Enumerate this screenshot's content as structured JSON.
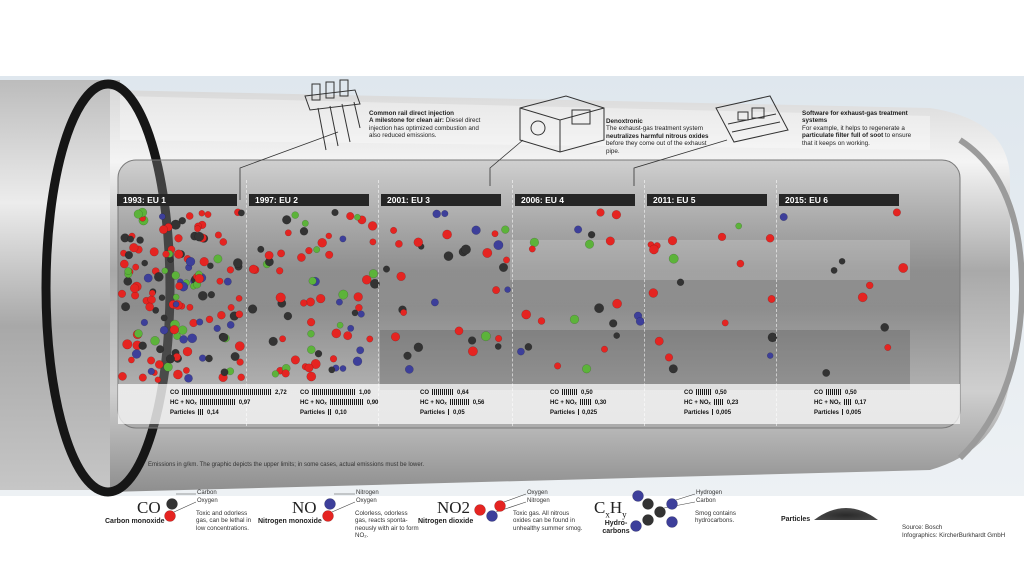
{
  "callouts": [
    {
      "title": "Common rail direct injection",
      "body_bold": "A milestone for clean air:",
      "body": "Diesel direct injection has optimized combustion and also reduced emissions."
    },
    {
      "title": "Denoxtronic",
      "body_a": "The exhaust-gas treatment system",
      "body_bold": "neutralizes harmful nitrous oxides",
      "body_b": "before they come out of the exhaust pipe."
    },
    {
      "title": "Software for exhaust-gas treatment systems",
      "body_a": "For example, it helps to regenerate a",
      "body_bold": "particulate filter full of soot",
      "body_b": "to ensure that it keeps on working."
    }
  ],
  "eras": [
    {
      "label": "1993: EU 1",
      "co": "2,72",
      "hc_nox": "0,97",
      "particles": "0,14"
    },
    {
      "label": "1997: EU 2",
      "co": "1,00",
      "hc_nox": "0,90",
      "particles": "0,10"
    },
    {
      "label": "2001: EU 3",
      "co": "0,64",
      "hc_nox": "0,56",
      "particles": "0,05"
    },
    {
      "label": "2006: EU 4",
      "co": "0,50",
      "hc_nox": "0,30",
      "particles": "0,025"
    },
    {
      "label": "2011: EU 5",
      "co": "0,50",
      "hc_nox": "0,23",
      "particles": "0,005"
    },
    {
      "label": "2015: EU 6",
      "co": "0,50",
      "hc_nox": "0,17",
      "particles": "0,005"
    }
  ],
  "row_labels": {
    "co": "CO",
    "hc_nox": "HC + NOₓ",
    "particles": "Particles"
  },
  "footnote": "Emissions in g/km. The graphic depicts the upper limits; in some cases, actual emissions must be lower.",
  "legend": {
    "co": {
      "formula": "CO",
      "name": "Carbon monoxide",
      "atoms": [
        "Carbon",
        "Oxygen"
      ],
      "desc": "Toxic and odorless gas, can be lethal in low concentrations."
    },
    "no": {
      "formula": "NO",
      "name": "Nitrogen monoxide",
      "atoms": [
        "Nitrogen",
        "Oxygen"
      ],
      "desc": "Colorless, odorless gas, reacts sponta-neously with air to form NO₂."
    },
    "no2": {
      "formula": "NO2",
      "name": "Nitrogen dioxide",
      "atoms": [
        "Oxygen",
        "Nitrogen"
      ],
      "desc": "Toxic gas. All nitrous oxides can be found in unhealthy summer smog."
    },
    "cxhy": {
      "formula_c": "C",
      "formula_x": "x",
      "formula_h": "H",
      "formula_y": "y",
      "name": "Hydro-carbons",
      "atoms": [
        "Hydrogen",
        "Carbon"
      ],
      "desc": "Smog contains hydrocarbons."
    },
    "particles": {
      "name": "Particles"
    }
  },
  "source": {
    "line1": "Source: Bosch",
    "line2": "Infographics: KircherBurkhardt GmbH"
  },
  "colors": {
    "oxygen": "#e52421",
    "carbon": "#333333",
    "nitrogen": "#3d3f9a",
    "hydrogen": "#5cb33a",
    "panel_dark": "#262626",
    "pipe": "#b8b8b8"
  }
}
